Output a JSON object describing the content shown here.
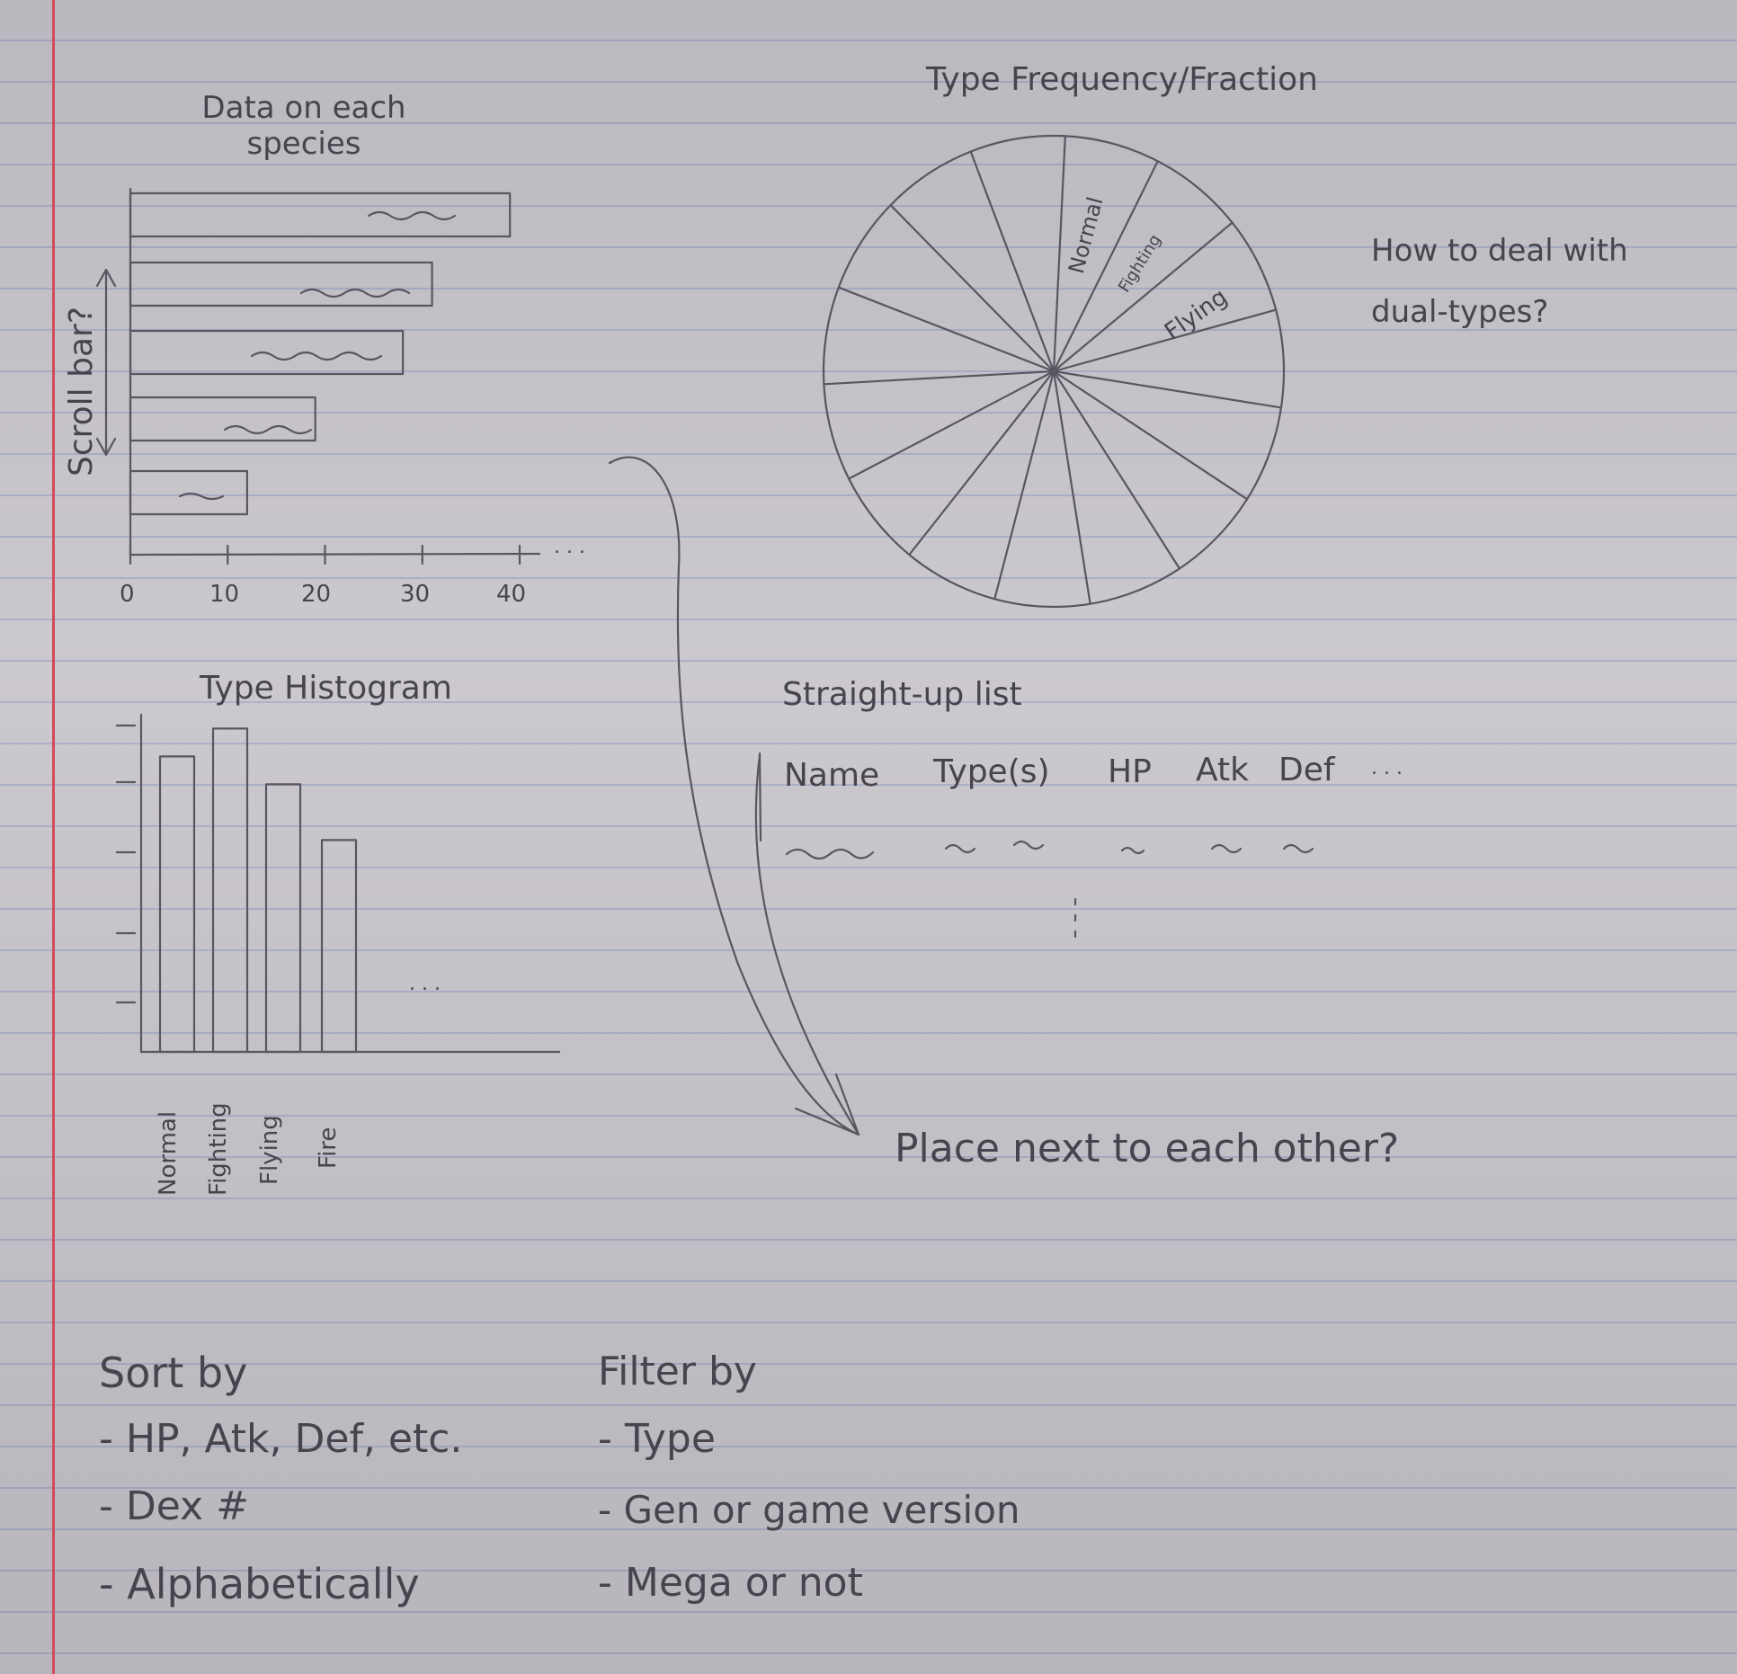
{
  "bar_sketch": {
    "title": "Data on each species",
    "side_note": "Scroll bar?",
    "tick_labels": [
      "0",
      "10",
      "20",
      "30",
      "40"
    ],
    "ellipsis": ". . ."
  },
  "pie_sketch": {
    "title": "Type Frequency/Fraction",
    "slice_labels": [
      "Normal",
      "Fighting",
      "Flying"
    ],
    "note": "How to deal with dual-types?"
  },
  "histogram_sketch": {
    "title": "Type Histogram",
    "category_labels": [
      "Normal",
      "Fighting",
      "Flying",
      "Fire"
    ],
    "ellipsis": ". . ."
  },
  "list_sketch": {
    "title": "Straight-up list",
    "columns": [
      "Name",
      "Type(s)",
      "HP",
      "Atk",
      "Def",
      ". . ."
    ],
    "arrow_note": "Place next to each other?"
  },
  "sort_notes": {
    "heading": "Sort by",
    "items": [
      "- HP, Atk, Def, etc.",
      "- Dex #",
      "- Alphabetically"
    ]
  },
  "filter_notes": {
    "heading": "Filter by",
    "items": [
      "- Type",
      "- Gen or game version",
      "- Mega or not"
    ]
  },
  "chart_data": [
    {
      "type": "bar",
      "orientation": "horizontal",
      "title": "Data on each species",
      "xlim": [
        0,
        40
      ],
      "xticks": [
        0,
        10,
        20,
        30,
        40
      ],
      "values": [
        39,
        31,
        28,
        19,
        12
      ]
    },
    {
      "type": "pie",
      "title": "Type Frequency/Fraction",
      "labels": [
        "Normal",
        "Fighting",
        "Flying"
      ],
      "slice_count": 15
    },
    {
      "type": "bar",
      "title": "Type Histogram",
      "categories": [
        "Normal",
        "Fighting",
        "Flying",
        "Fire"
      ],
      "values": [
        5.3,
        5.8,
        4.8,
        3.8
      ]
    }
  ]
}
